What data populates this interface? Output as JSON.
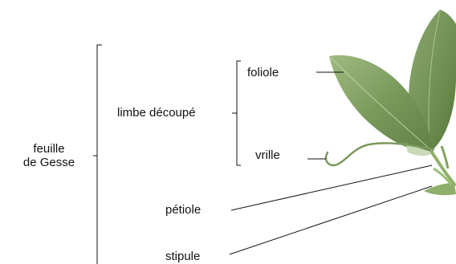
{
  "diagram": {
    "root_label_line1": "feuille",
    "root_label_line2": "de Gesse",
    "limbe_label": "limbe découpé",
    "foliole_label": "foliole",
    "vrille_label": "vrille",
    "petiole_label": "pétiole",
    "stipule_label": "stipule"
  },
  "colors": {
    "leaf": "#7a9a5c",
    "leaf_dark": "#5b7a40",
    "leaf_light": "#a9c48c",
    "stem": "#8fb06b",
    "line": "#111111"
  }
}
